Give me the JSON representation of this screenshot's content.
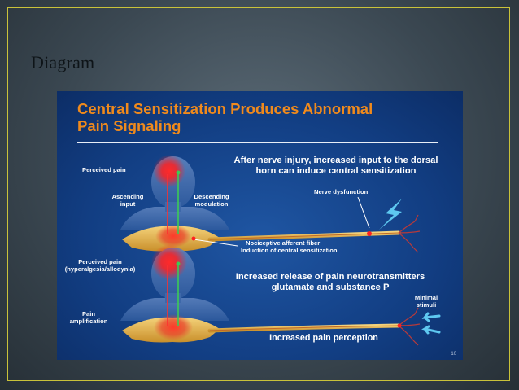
{
  "slide": {
    "title": "Diagram"
  },
  "panel": {
    "title_line1": "Central Sensitization Produces Abnormal",
    "title_line2": "Pain Signaling",
    "page_number": "10"
  },
  "top_figure": {
    "perceived_pain": "Perceived pain",
    "ascending_input_line1": "Ascending",
    "ascending_input_line2": "input",
    "descending_modulation_line1": "Descending",
    "descending_modulation_line2": "modulation",
    "statement_line1": "After nerve injury, increased input to the dorsal",
    "statement_line2": "horn can induce central sensitization",
    "nerve_dysfunction": "Nerve dysfunction",
    "afferent_line1": "Nociceptive afferent fiber",
    "afferent_line2": "Induction of central sensitization"
  },
  "bottom_figure": {
    "perceived_pain_line1": "Perceived pain",
    "perceived_pain_line2": "(hyperalgesia/allodynia)",
    "amplification_line1": "Pain",
    "amplification_line2": "amplification",
    "statement_line1": "Increased release of pain neurotransmitters",
    "statement_line2": "glutamate and substance P",
    "minimal_stimuli_line1": "Minimal",
    "minimal_stimuli_line2": "stimuli",
    "increased_perception": "Increased pain perception"
  },
  "colors": {
    "title_accent": "#f08a1c",
    "panel_blue": "#123e83",
    "frame_gold": "#c9c23a",
    "pain_red": "#ff2020",
    "nerve_gold": "#e8b84a",
    "stimulus_cyan": "#5ec8f0"
  }
}
